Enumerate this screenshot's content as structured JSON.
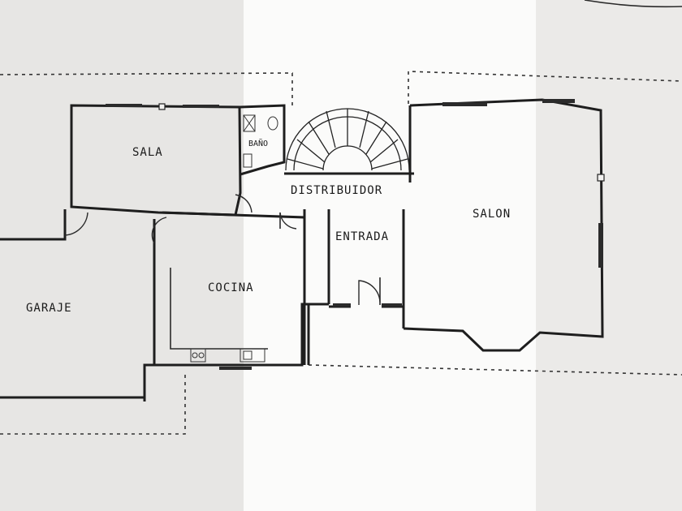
{
  "plan": {
    "rooms": {
      "sala": "SALA",
      "bano": "BAÑO",
      "distribuidor": "DISTRIBUIDOR",
      "salon": "SALON",
      "entrada": "ENTRADA",
      "cocina": "COCINA",
      "garaje": "GARAJE"
    }
  },
  "colors": {
    "paper": "#f2f1ef",
    "ink": "#1e1e1e",
    "band_left": "#e4e3e1",
    "band_mid": "#fbfbfa",
    "band_right": "#e9e8e6"
  }
}
